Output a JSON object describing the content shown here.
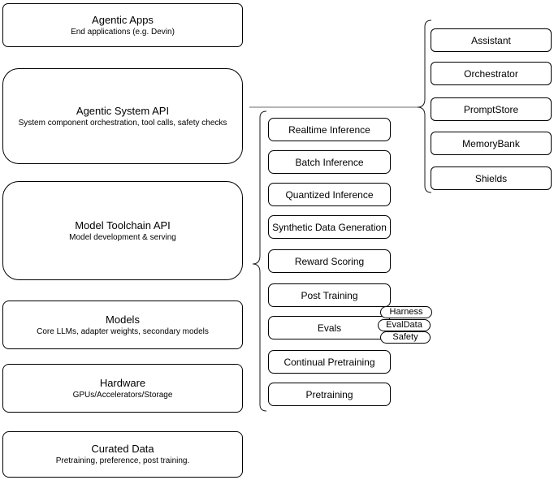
{
  "diagram": {
    "background": "#ffffff",
    "stroke_color": "#000000",
    "connector_color": "#6b6b6b",
    "text_color": "#000000",
    "left_column": [
      {
        "title": "Agentic Apps",
        "subtitle": "End applications (e.g. Devin)"
      },
      {
        "title": "Agentic System API",
        "subtitle": "System component orchestration, tool calls, safety checks"
      },
      {
        "title": "Model Toolchain API",
        "subtitle": "Model development & serving"
      },
      {
        "title": "Models",
        "subtitle": "Core LLMs, adapter weights, secondary models"
      },
      {
        "title": "Hardware",
        "subtitle": "GPUs/Accelerators/Storage"
      },
      {
        "title": "Curated Data",
        "subtitle": "Pretraining, preference, post training."
      }
    ],
    "toolchain_items": [
      "Realtime Inference",
      "Batch Inference",
      "Quantized Inference",
      "Synthetic Data Generation",
      "Reward Scoring",
      "Post Training",
      "Evals",
      "Continual Pretraining",
      "Pretraining"
    ],
    "eval_tags": [
      "Harness",
      "EvalData",
      "Safety"
    ],
    "system_components": [
      "Assistant",
      "Orchestrator",
      "PromptStore",
      "MemoryBank",
      "Shields"
    ]
  }
}
